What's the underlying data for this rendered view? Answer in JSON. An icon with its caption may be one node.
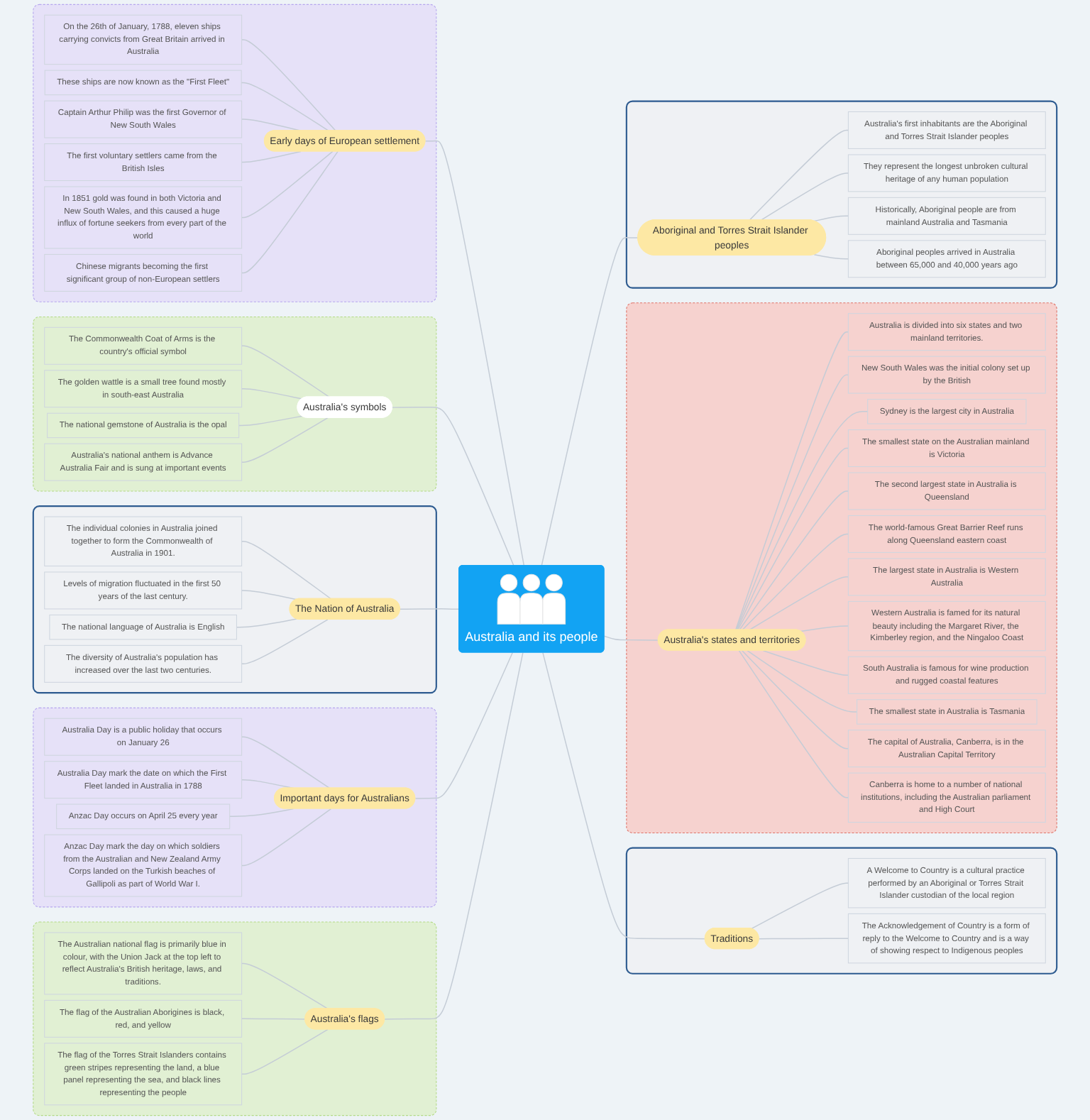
{
  "diagram": {
    "nodes": [
      {
        "text": [
          "Australia and its people"
        ]
      },
      {
        "text": [],
        "shape": "box"
      },
      {
        "text": [
          "Early days of European settlement"
        ],
        "in": 1
      },
      {
        "text": [
          "On the 26th of January, 1788, eleven ships carrying convicts from Great Britain arrived in Australia"
        ],
        "in": 1
      },
      {
        "text": [
          "These ships are now known as the \"First Fleet\""
        ],
        "in": 1
      },
      {
        "text": [
          "Captain Arthur Philip was the first Governor of New South Wales"
        ],
        "in": 1
      },
      {
        "text": [
          "The first voluntary settlers came from the British Isles"
        ],
        "in": 1
      },
      {
        "text": [
          "In 1851 gold was found in both Victoria and New South Wales, and this caused a huge influx of fortune seekers from every part of the world"
        ],
        "in": 1
      },
      {
        "text": [
          "Chinese migrants becoming the first significant group of non-European settlers"
        ],
        "in": 1
      },
      {
        "text": [],
        "shape": "box"
      },
      {
        "text": [
          "Australia's symbols"
        ],
        "in": 9
      },
      {
        "text": [
          "The Commonwealth Coat of Arms is the country's official symbol"
        ],
        "in": 9
      },
      {
        "text": [
          "The golden wattle is a small tree found mostly in south-east Australia"
        ],
        "in": 9
      },
      {
        "text": [
          "The national gemstone of Australia is the opal"
        ],
        "in": 9
      },
      {
        "text": [
          "Australia's national anthem is Advance Australia Fair and is sung at important events"
        ],
        "in": 9
      },
      {
        "text": [],
        "shape": "box"
      },
      {
        "text": [
          "The Nation of Australia"
        ],
        "in": 15
      },
      {
        "text": [
          "The individual colonies in Australia joined together to form the Commonwealth of Australia in 1901."
        ],
        "in": 15
      },
      {
        "text": [
          "Levels of migration fluctuated in the first 50 years of the last century."
        ],
        "in": 15
      },
      {
        "text": [
          "The national language of Australia is English"
        ],
        "in": 15
      },
      {
        "text": [
          "The diversity of Australia's population has increased over the last two centuries."
        ],
        "in": 15
      },
      {
        "text": [],
        "shape": "box"
      },
      {
        "text": [
          "Important days for Australians"
        ],
        "in": 21
      },
      {
        "text": [
          "Australia Day is a public holiday that occurs on January 26"
        ],
        "in": 21
      },
      {
        "text": [
          "Australia Day mark the date on which the First Fleet landed in Australia in 1788"
        ],
        "in": 21
      },
      {
        "text": [
          "Anzac Day occurs on April 25 every year"
        ],
        "in": 21
      },
      {
        "text": [
          "Anzac Day mark the day on which soldiers from the Australian and New Zealand Army Corps landed on the Turkish beaches of Gallipoli as part of World War I."
        ],
        "in": 21
      },
      {
        "text": [],
        "shape": "box"
      },
      {
        "text": [
          "Australia's flags"
        ],
        "in": 27
      },
      {
        "text": [
          "The Australian national flag is primarily blue in colour, with the Union Jack at the top left to reflect Australia's British heritage, laws, and traditions."
        ],
        "in": 27
      },
      {
        "text": [
          "The flag of the Australian Aborigines is black, red, and yellow"
        ],
        "in": 27
      },
      {
        "text": [
          "The flag of the Torres Strait Islanders contains green stripes representing the land, a blue panel representing the sea, and black lines representing the people"
        ],
        "in": 27
      },
      {
        "text": [],
        "shape": "box"
      },
      {
        "text": [
          "Aboriginal and Torres Strait Islander peoples"
        ],
        "in": 32
      },
      {
        "text": [
          "Australia's first inhabitants are the Aboriginal and Torres Strait Islander peoples"
        ],
        "in": 32
      },
      {
        "text": [
          "They represent the longest unbroken cultural heritage of any human population"
        ],
        "in": 32
      },
      {
        "text": [
          "Historically, Aboriginal people are from mainland Australia and Tasmania"
        ],
        "in": 32
      },
      {
        "text": [
          "Aboriginal peoples arrived in Australia between 65,000 and 40,000 years ago"
        ],
        "in": 32
      },
      {
        "text": [],
        "shape": "box"
      },
      {
        "text": [
          "Australia's states and territories"
        ],
        "in": 38
      },
      {
        "text": [
          "Australia is divided into six states and two mainland territories."
        ],
        "in": 38
      },
      {
        "text": [
          "New South Wales was the initial colony set up by the British"
        ],
        "in": 38
      },
      {
        "text": [
          "Sydney is the largest city in Australia"
        ],
        "in": 38
      },
      {
        "text": [
          "The smallest state on the Australian mainland is Victoria"
        ],
        "in": 38
      },
      {
        "text": [
          "The second largest state in Australia is Queensland"
        ],
        "in": 38
      },
      {
        "text": [
          "The world-famous Great Barrier Reef runs along Queensland eastern coast"
        ],
        "in": 38
      },
      {
        "text": [
          "The largest state in Australia is Western Australia"
        ],
        "in": 38
      },
      {
        "text": [
          "Western Australia is famed for its natural beauty including the Margaret River, the Kimberley region, and the Ningaloo Coast"
        ],
        "in": 38
      },
      {
        "text": [
          "South Australia is famous for wine production and rugged coastal features"
        ],
        "in": 38
      },
      {
        "text": [
          "The smallest state in Australia is Tasmania"
        ],
        "in": 38
      },
      {
        "text": [
          "The capital of Australia, Canberra, is in the Australian Capital Territory"
        ],
        "in": 38
      },
      {
        "text": [
          "Canberra is home to a number of national institutions, including the Australian parliament and High Court"
        ],
        "in": 38
      },
      {
        "text": [],
        "shape": "box"
      },
      {
        "text": [
          "Traditions"
        ],
        "in": 52
      },
      {
        "text": [
          "A Welcome to Country is a cultural practice performed by an Aboriginal or Torres Strait Islander custodian of the local region"
        ],
        "in": 52
      },
      {
        "text": [
          "The Acknowledgement of Country is a form of reply to the Welcome to Country and is a way of showing respect to Indigenous peoples"
        ],
        "in": 52
      }
    ],
    "edges": [
      {
        "from": 2,
        "to": 0,
        "arrow": "none"
      },
      {
        "from": 3,
        "to": 2,
        "arrow": "none"
      },
      {
        "from": 4,
        "to": 2,
        "arrow": "none"
      },
      {
        "from": 5,
        "to": 2,
        "arrow": "none"
      },
      {
        "from": 6,
        "to": 2,
        "arrow": "none"
      },
      {
        "from": 7,
        "to": 2,
        "arrow": "none"
      },
      {
        "from": 8,
        "to": 2,
        "arrow": "none"
      },
      {
        "from": 10,
        "to": 0,
        "arrow": "none"
      },
      {
        "from": 11,
        "to": 10,
        "arrow": "none"
      },
      {
        "from": 12,
        "to": 10,
        "arrow": "none"
      },
      {
        "from": 13,
        "to": 10,
        "arrow": "none"
      },
      {
        "from": 14,
        "to": 10,
        "arrow": "none"
      },
      {
        "from": 16,
        "to": 0,
        "arrow": "none"
      },
      {
        "from": 17,
        "to": 16,
        "arrow": "none"
      },
      {
        "from": 18,
        "to": 16,
        "arrow": "none"
      },
      {
        "from": 19,
        "to": 16,
        "arrow": "none"
      },
      {
        "from": 20,
        "to": 16,
        "arrow": "none"
      },
      {
        "from": 22,
        "to": 0,
        "arrow": "none"
      },
      {
        "from": 23,
        "to": 22,
        "arrow": "none"
      },
      {
        "from": 24,
        "to": 22,
        "arrow": "none"
      },
      {
        "from": 25,
        "to": 22,
        "arrow": "none"
      },
      {
        "from": 26,
        "to": 22,
        "arrow": "none"
      },
      {
        "from": 28,
        "to": 0,
        "arrow": "none"
      },
      {
        "from": 29,
        "to": 28,
        "arrow": "none"
      },
      {
        "from": 30,
        "to": 28,
        "arrow": "none"
      },
      {
        "from": 31,
        "to": 28,
        "arrow": "none"
      },
      {
        "from": 0,
        "to": 33,
        "arrow": "none"
      },
      {
        "from": 33,
        "to": 34,
        "arrow": "none"
      },
      {
        "from": 33,
        "to": 35,
        "arrow": "none"
      },
      {
        "from": 33,
        "to": 36,
        "arrow": "none"
      },
      {
        "from": 33,
        "to": 37,
        "arrow": "none"
      },
      {
        "from": 0,
        "to": 39,
        "arrow": "none"
      },
      {
        "from": 39,
        "to": 40,
        "arrow": "none"
      },
      {
        "from": 39,
        "to": 41,
        "arrow": "none"
      },
      {
        "from": 39,
        "to": 42,
        "arrow": "none"
      },
      {
        "from": 39,
        "to": 43,
        "arrow": "none"
      },
      {
        "from": 39,
        "to": 44,
        "arrow": "none"
      },
      {
        "from": 39,
        "to": 45,
        "arrow": "none"
      },
      {
        "from": 39,
        "to": 46,
        "arrow": "none"
      },
      {
        "from": 39,
        "to": 47,
        "arrow": "none"
      },
      {
        "from": 39,
        "to": 48,
        "arrow": "none"
      },
      {
        "from": 39,
        "to": 49,
        "arrow": "none"
      },
      {
        "from": 39,
        "to": 50,
        "arrow": "none"
      },
      {
        "from": 39,
        "to": 51,
        "arrow": "none"
      },
      {
        "from": 0,
        "to": 53,
        "arrow": "none"
      },
      {
        "from": 53,
        "to": 54,
        "arrow": "none"
      },
      {
        "from": 53,
        "to": 55,
        "arrow": "none"
      }
    ]
  }
}
